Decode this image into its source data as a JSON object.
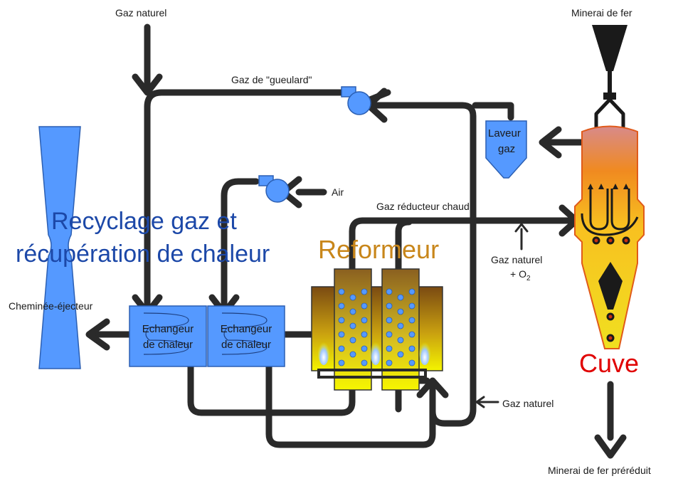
{
  "labels": {
    "gaz_naturel_top": "Gaz naturel",
    "minerai_top": "Minerai de fer",
    "gaz_gueulard": "Gaz de \"gueulard\"",
    "laveur_l1": "Laveur",
    "laveur_l2": "gaz",
    "air": "Air",
    "gaz_reducteur": "Gaz réducteur chaud",
    "gaz_naturel_o2_l1": "Gaz naturel",
    "gaz_naturel_o2_l2": "+ O",
    "o2_sub": "2",
    "cheminee": "Cheminée-éjecteur",
    "echangeur1_l1": "Echangeur",
    "echangeur1_l2": "de chaleur",
    "echangeur2_l1": "Echangeur",
    "echangeur2_l2": "de chaleur",
    "gaz_naturel_bottom": "Gaz naturel",
    "minerai_bottom": "Minerai de fer préréduit"
  },
  "titles": {
    "recycle_l1": "Recyclage gaz et",
    "recycle_l2": "récupération de chaleur",
    "reformeur": "Reformeur",
    "cuve": "Cuve"
  },
  "colors": {
    "pipe": "#2a2a2a",
    "equipment_blue": "#5599ff",
    "recycle_text": "#1c48a8",
    "reformeur_text": "#c8861a",
    "cuve_text": "#e00000"
  }
}
